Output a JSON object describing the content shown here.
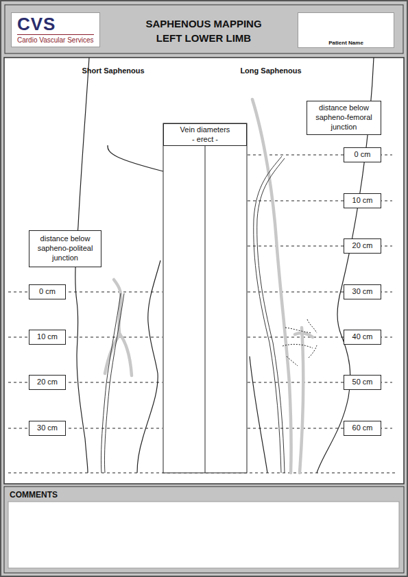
{
  "diagram": {
    "title": "SAPHENOUS MAPPING LEFT LOWER LIMB",
    "nodes": [
      {
        "text": [
          "CVS",
          "Cardio Vascular Services"
        ]
      },
      {
        "text": [
          "Patient Name"
        ]
      },
      {
        "text": [
          "Vein diameters",
          "- erect -"
        ]
      },
      {
        "text": [
          "distance below sapheno-politeal junction"
        ]
      },
      {
        "text": [
          "0 cm"
        ]
      },
      {
        "text": [
          "10 cm"
        ]
      },
      {
        "text": [
          "20 cm"
        ]
      },
      {
        "text": [
          "30 cm"
        ]
      },
      {
        "text": [
          "distance below sapheno-femoral junction"
        ]
      },
      {
        "text": [
          "0 cm"
        ]
      },
      {
        "text": [
          "10 cm"
        ]
      },
      {
        "text": [
          "20 cm"
        ]
      },
      {
        "text": [
          "30 cm"
        ]
      },
      {
        "text": [
          "40 cm"
        ]
      },
      {
        "text": [
          "50 cm"
        ]
      },
      {
        "text": [
          "60 cm"
        ]
      },
      {
        "text": [
          "COMMENTS"
        ]
      }
    ],
    "labels": [
      "Short Saphenous",
      "Long Saphenous"
    ]
  }
}
